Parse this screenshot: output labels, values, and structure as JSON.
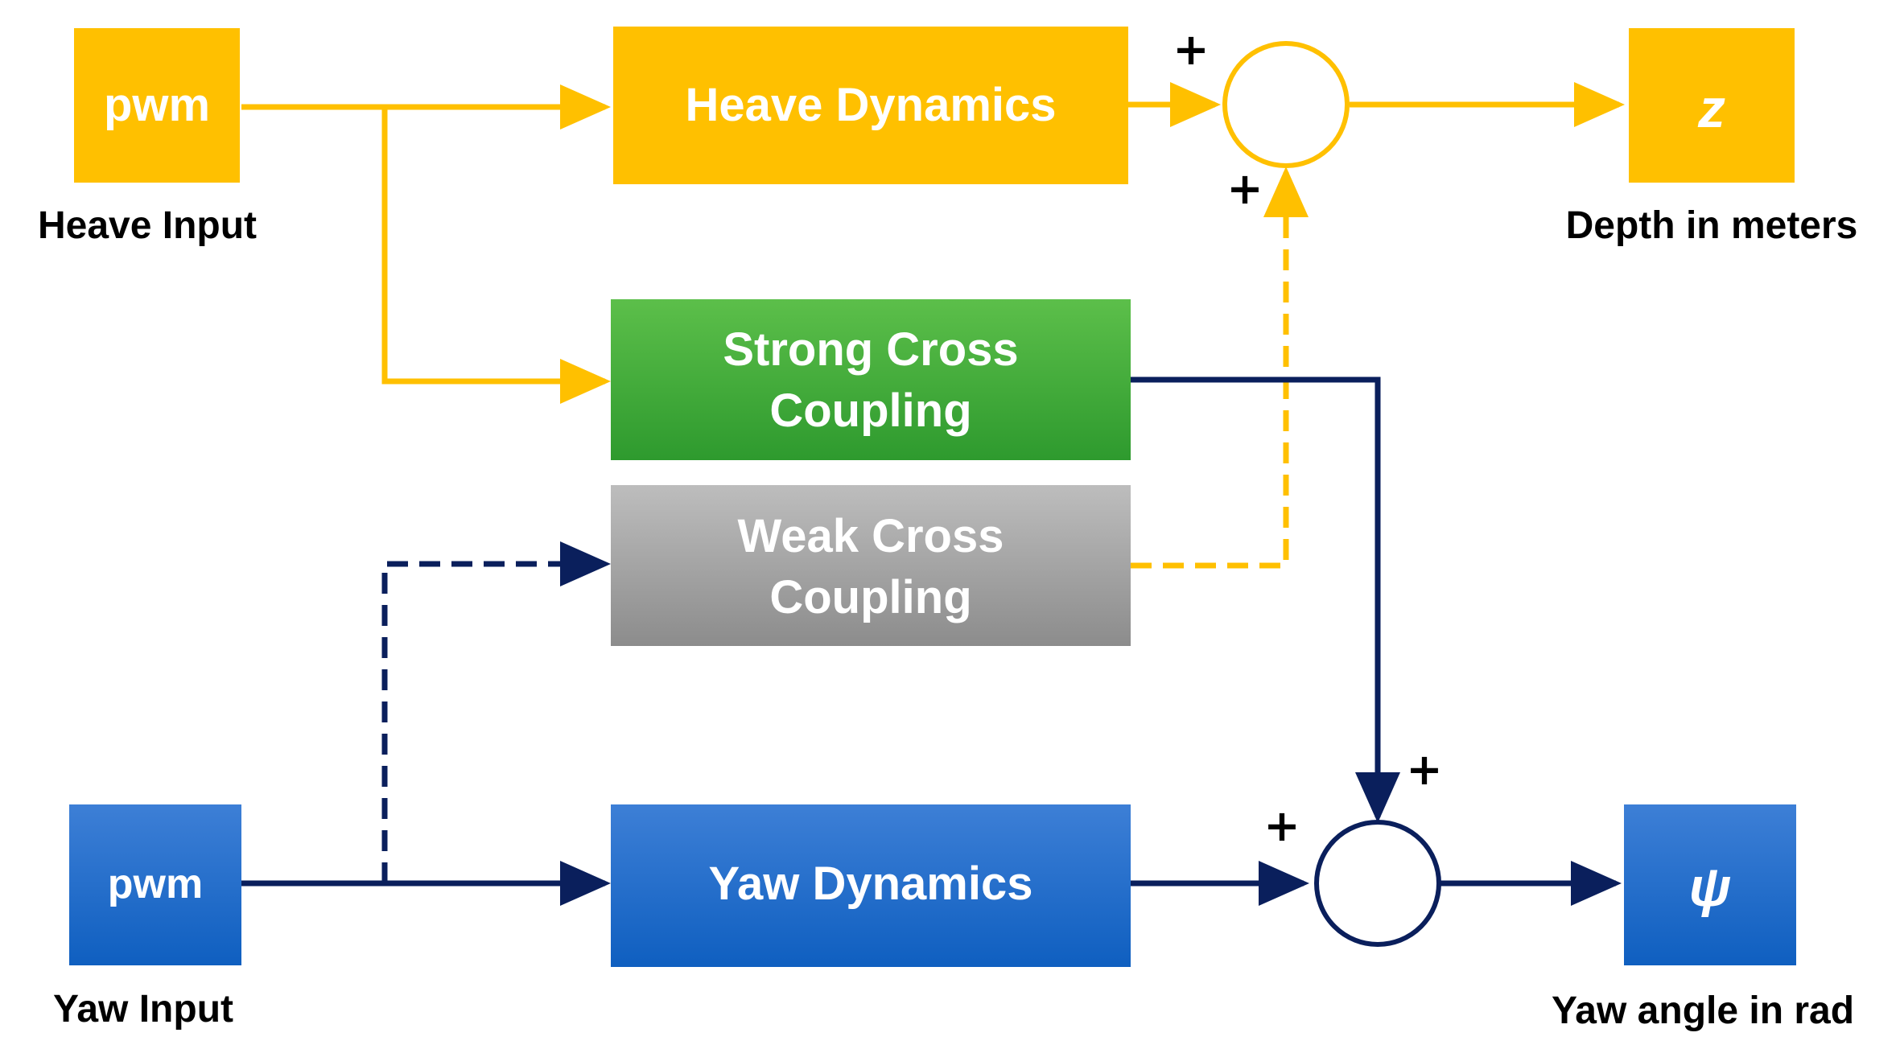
{
  "colors": {
    "heave": "#FFC000",
    "yaw_light": "#3D7FD6",
    "yaw_dark": "#0F5FC0",
    "strong_light": "#5CBF4A",
    "strong_dark": "#2E9A2E",
    "weak_light": "#BDBDBD",
    "weak_dark": "#8C8C8C",
    "navy": "#0A1F5C"
  },
  "heave_input": {
    "label": "pwm",
    "caption": "Heave Input"
  },
  "heave_dynamics": {
    "label": "Heave Dynamics"
  },
  "heave_output": {
    "label": "z",
    "caption": "Depth in meters"
  },
  "strong_coupling": {
    "line1": "Strong Cross",
    "line2": "Coupling"
  },
  "weak_coupling": {
    "line1": "Weak Cross",
    "line2": "Coupling"
  },
  "yaw_input": {
    "label": "pwm",
    "caption": "Yaw Input"
  },
  "yaw_dynamics": {
    "label": "Yaw Dynamics"
  },
  "yaw_output": {
    "label": "ψ",
    "caption": "Yaw angle in rad"
  },
  "signs": {
    "heave_sum_top": "+",
    "heave_sum_bottom": "+",
    "yaw_sum_top": "+",
    "yaw_sum_left": "+"
  }
}
